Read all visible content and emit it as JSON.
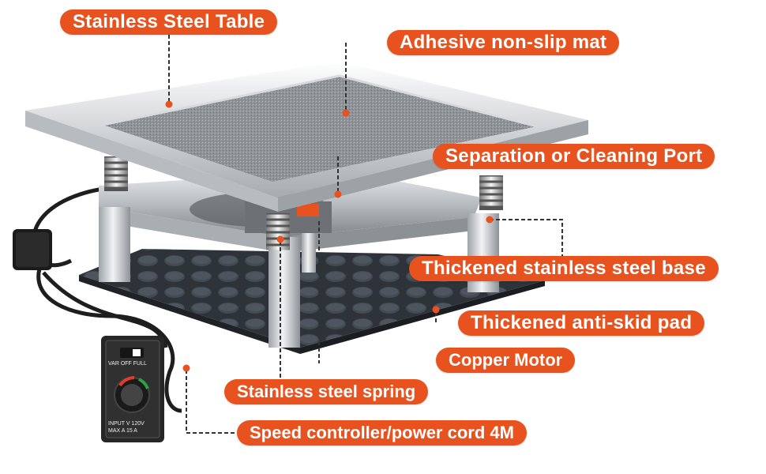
{
  "labels": {
    "stainless_table": "Stainless Steel Table",
    "nonslip_mat": "Adhesive non-slip mat",
    "separation_port": "Separation or Cleaning Port",
    "stainless_base": "Thickened stainless steel base",
    "antiskid_pad": "Thickened anti-skid pad",
    "copper_motor": "Copper Motor",
    "spring": "Stainless steel spring",
    "speed_controller": "Speed controller/power cord 4M"
  },
  "controller": {
    "switch_text": "VAR OFF FULL",
    "input_text": "INPUT V 120V",
    "max_text": "MAX A 15 A"
  },
  "colors": {
    "label_bg": "#e8521f",
    "label_text": "#ffffff",
    "leader_line": "#333333"
  }
}
